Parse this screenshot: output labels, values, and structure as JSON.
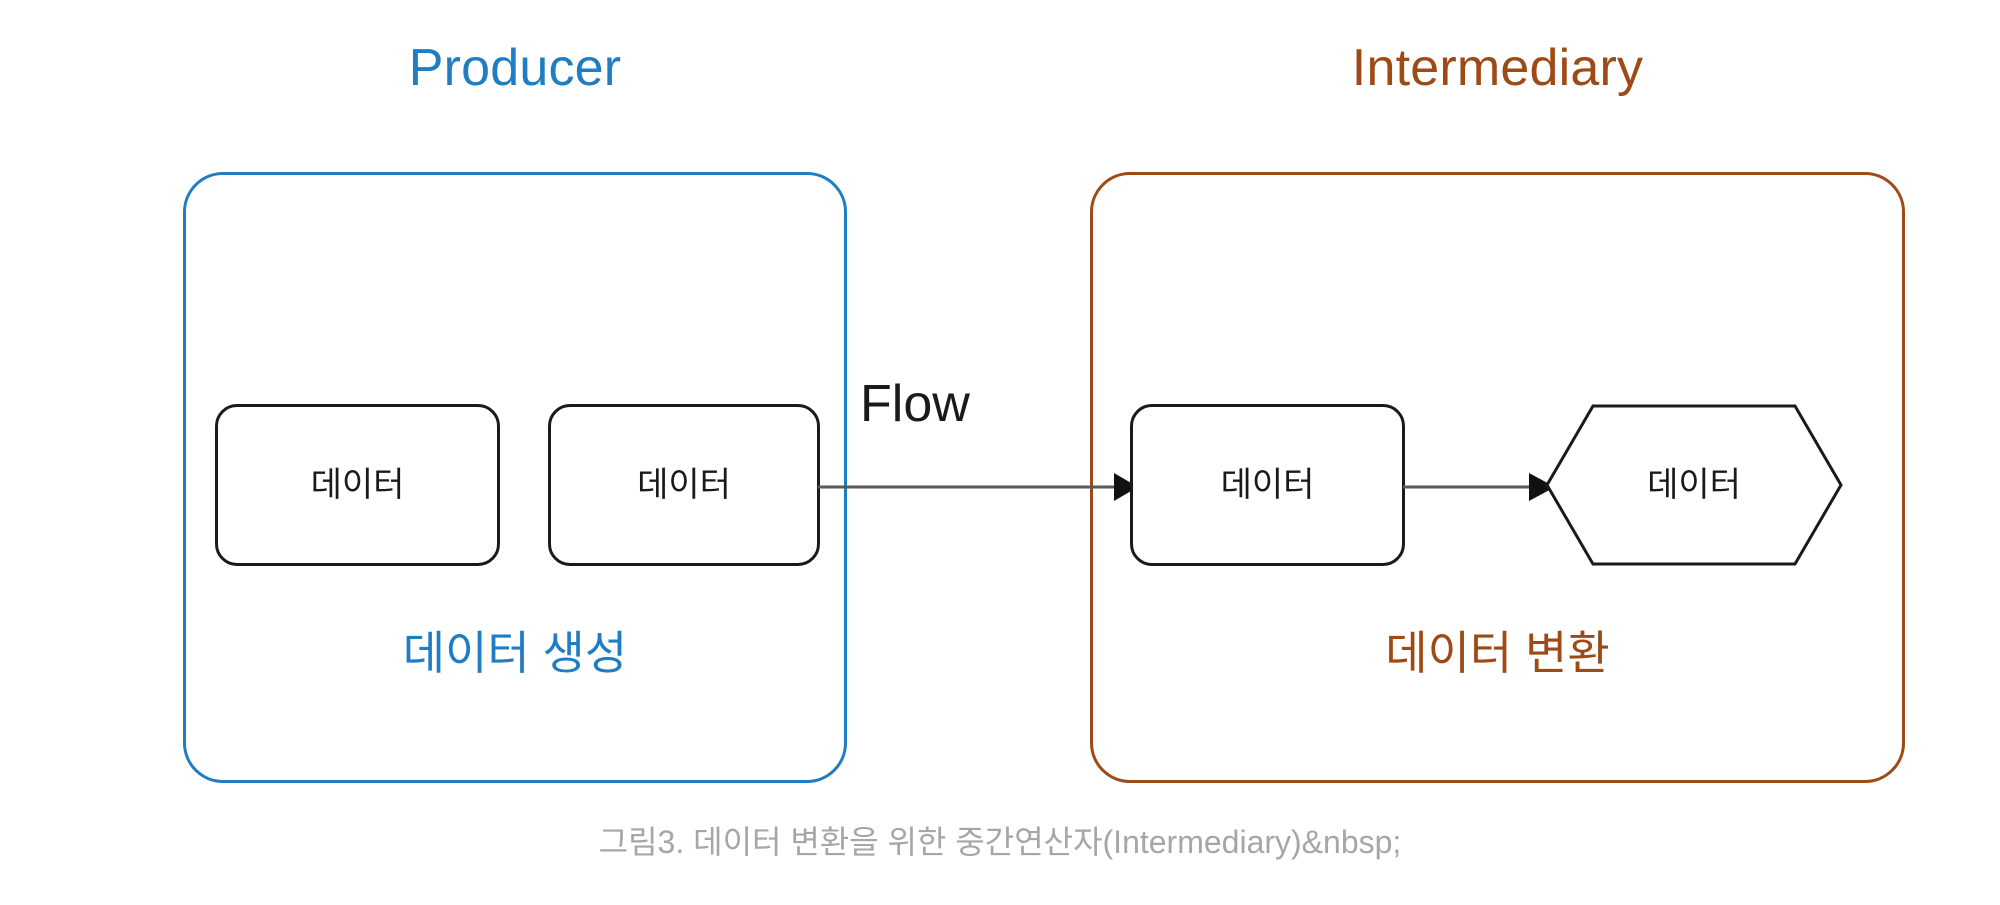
{
  "figure": {
    "caption": "그림3. 데이터 변환을 위한 중간연산자(Intermediary)&nbsp;",
    "caption_color": "#a6a6a6",
    "background": "#ffffff"
  },
  "groups": {
    "producer": {
      "title": "Producer",
      "footer_label": "데이터 생성",
      "color": "#1f7dc4",
      "nodes": [
        {
          "label": "데이터",
          "shape": "rounded-rect"
        },
        {
          "label": "데이터",
          "shape": "rounded-rect"
        }
      ]
    },
    "intermediary": {
      "title": "Intermediary",
      "footer_label": "데이터 변환",
      "color": "#9e4a16",
      "nodes": [
        {
          "label": "데이터",
          "shape": "rounded-rect"
        },
        {
          "label": "데이터",
          "shape": "hexagon"
        }
      ]
    }
  },
  "connectors": {
    "flow": {
      "label": "Flow",
      "from": "producer-node-2",
      "to": "intermediary-node-1",
      "color": "#595959"
    },
    "transform": {
      "label": "",
      "from": "intermediary-node-1",
      "to": "intermediary-node-hexagon",
      "color": "#595959"
    }
  },
  "node_style": {
    "border_color": "#1a1a1a",
    "text_color": "#1a1a1a",
    "fill": "#ffffff"
  }
}
